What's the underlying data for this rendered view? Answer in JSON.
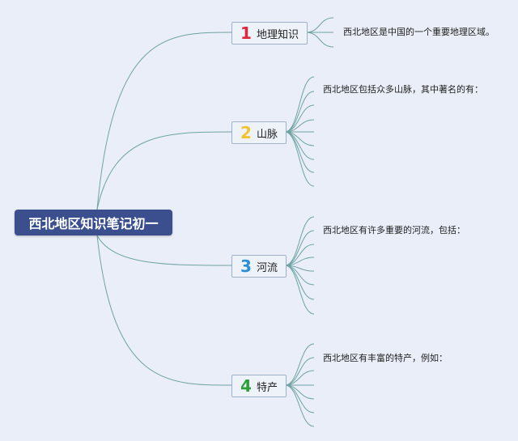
{
  "root": {
    "label": "西北地区知识笔记初一"
  },
  "topics": [
    {
      "number": "1",
      "label": "地理知识",
      "number_color": "#e0263a",
      "note": "西北地区是中国的一个重要地理区域。"
    },
    {
      "number": "2",
      "label": "山脉",
      "number_color": "#f2c230",
      "note": "西北地区包括众多山脉，其中著名的有："
    },
    {
      "number": "3",
      "label": "河流",
      "number_color": "#2a8fd6",
      "note": "西北地区有许多重要的河流，包括："
    },
    {
      "number": "4",
      "label": "特产",
      "number_color": "#2e9e3a",
      "note": "西北地区有丰富的特产，例如："
    }
  ],
  "colors": {
    "connector": "#6fa3a3",
    "root_fill": "#3b4f8f"
  }
}
